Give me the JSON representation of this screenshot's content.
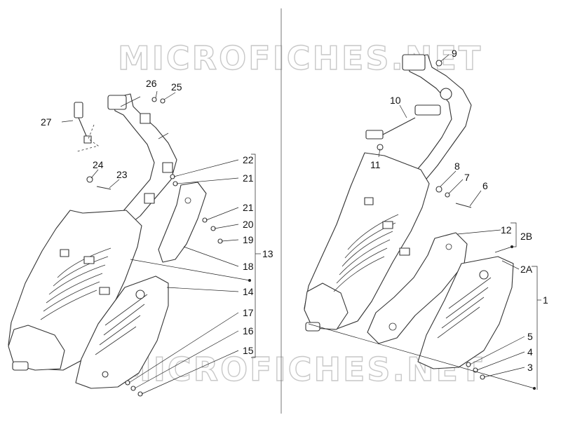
{
  "watermark": "MICROFICHES.NET",
  "left_view": {
    "labels": {
      "p27": "27",
      "p26": "26",
      "p25": "25",
      "p24": "24",
      "p23": "23",
      "p22": "22",
      "p21a": "21",
      "p21b": "21",
      "p20": "20",
      "p19": "19",
      "p18": "18",
      "p13": "13",
      "p14": "14",
      "p17": "17",
      "p16": "16",
      "p15": "15"
    }
  },
  "right_view": {
    "labels": {
      "p9": "9",
      "p10": "10",
      "p11": "11",
      "p8": "8",
      "p7": "7",
      "p6": "6",
      "p12": "12",
      "p2B": "2B",
      "p2A": "2A",
      "p1": "1",
      "p5": "5",
      "p4": "4",
      "p3": "3"
    }
  }
}
